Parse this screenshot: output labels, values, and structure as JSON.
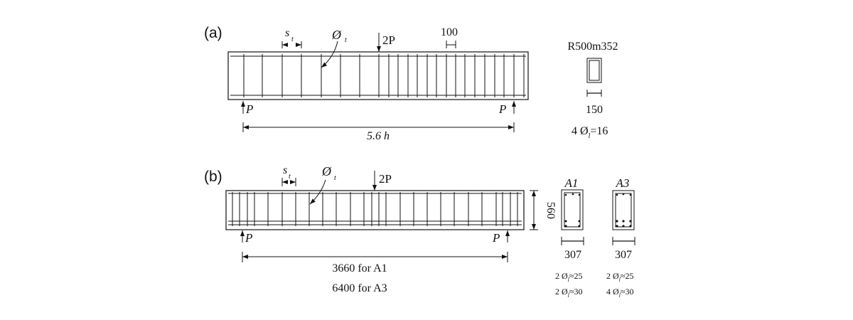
{
  "panel_a": {
    "label": "(a)",
    "spacing_label": "s",
    "spacing_sub": "t",
    "stirrup_label": "Ø",
    "stirrup_sub": "t",
    "load_label": "2P",
    "spacing_dim": "100",
    "support_left": "P",
    "support_right": "P",
    "span_label": "5.6 h",
    "section": {
      "name": "R500m352",
      "width": "150",
      "rebar_count": "4 Ø",
      "rebar_sub": "l",
      "rebar_value": "=16"
    }
  },
  "panel_b": {
    "label": "(b)",
    "spacing_label": "s",
    "spacing_sub": "t",
    "stirrup_label": "Ø",
    "stirrup_sub": "t",
    "load_label": "2P",
    "height_dim": "560",
    "support_left": "P",
    "support_right": "P",
    "span_label_1": "3660 for A1",
    "span_label_2": "6400 for A3",
    "sections": [
      {
        "name": "A1",
        "width": "307",
        "rebar_1_count": "2 Ø",
        "rebar_1_sub": "l",
        "rebar_1_value": "≈25",
        "rebar_2_count": "2 Ø",
        "rebar_2_sub": "l",
        "rebar_2_value": "≈30"
      },
      {
        "name": "A3",
        "width": "307",
        "rebar_1_count": "2 Ø",
        "rebar_1_sub": "l",
        "rebar_1_value": "≈25",
        "rebar_2_count": "4 Ø",
        "rebar_2_sub": "l",
        "rebar_2_value": "≈30"
      }
    ]
  }
}
